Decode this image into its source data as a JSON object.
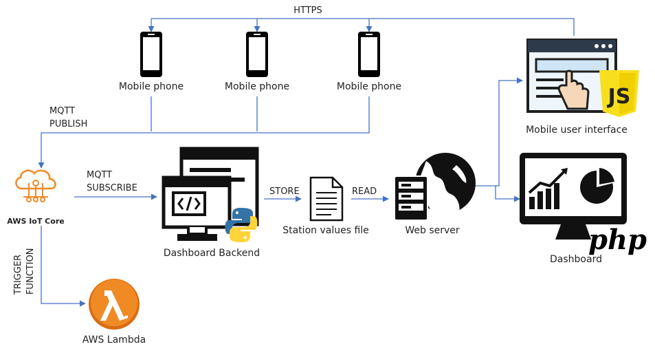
{
  "labels": {
    "https": "HTTPS",
    "mqtt_publish_1": "MQTT",
    "mqtt_publish_2": "PUBLISH",
    "mqtt_subscribe_1": "MQTT",
    "mqtt_subscribe_2": "SUBSCRIBE",
    "store": "STORE",
    "read": "READ",
    "trigger_1": "TRIGGER",
    "trigger_2": "FUNCTION"
  },
  "nodes": {
    "phone_1": "Mobile phone",
    "phone_2": "Mobile phone",
    "phone_3": "Mobile phone",
    "mobile_ui": "Mobile user interface",
    "iot_core": "AWS IoT Core",
    "dashboard_backend": "Dashboard Backend",
    "station_file": "Station values file",
    "web_server": "Web server",
    "dashboard": "Dashboard",
    "lambda": "AWS Lambda"
  },
  "logos": {
    "js": "JS",
    "php": "php"
  },
  "colors": {
    "connector": "#4472c4",
    "aws_orange": "#f08a24",
    "python_blue": "#3572a5",
    "python_yellow": "#ffd43b",
    "js_yellow": "#f7df1e"
  },
  "icons": [
    "smartphone-icon",
    "browser-hand-icon",
    "js-logo-icon",
    "iot-core-icon",
    "code-monitor-icon",
    "python-logo-icon",
    "document-icon",
    "server-globe-icon",
    "dashboard-monitor-icon",
    "php-logo-icon",
    "lambda-icon"
  ]
}
